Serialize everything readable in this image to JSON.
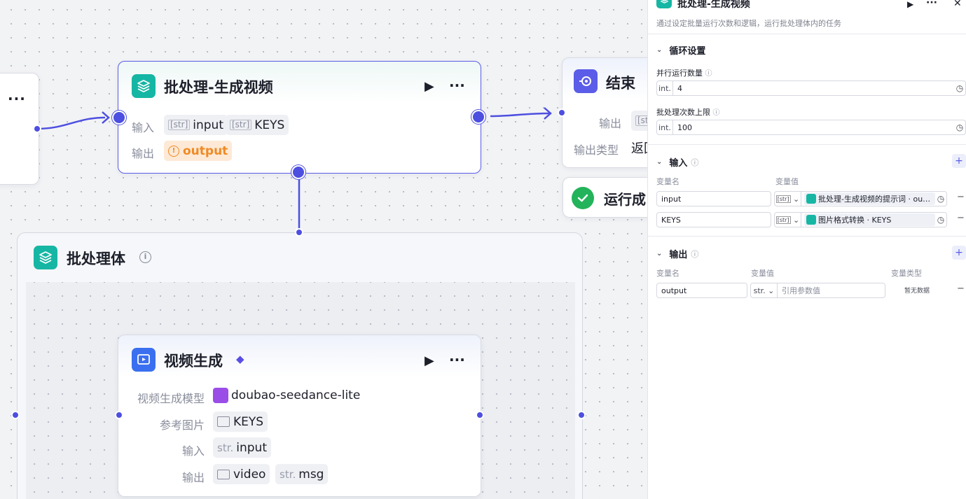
{
  "colors": {
    "accent": "#4d4fe0",
    "teal": "#16b6a4",
    "warn": "#f08a24",
    "success": "#23b35a"
  },
  "left_node": {
    "more_icon": "more-icon"
  },
  "batch_node": {
    "title": "批处理-生成视频",
    "input_label": "输入",
    "output_label": "输出",
    "inputs": [
      {
        "type": "[str]",
        "name": "input"
      },
      {
        "type": "[str]",
        "name": "KEYS"
      }
    ],
    "output": {
      "name": "output",
      "state": "warning"
    }
  },
  "end_node": {
    "title": "结束",
    "output_label": "输出",
    "output_type_label": "输出类型",
    "output_type_value": "返回",
    "output_tag_prefix": "[str]"
  },
  "run_status": {
    "text": "运行成",
    "state": "success"
  },
  "container": {
    "title": "批处理体",
    "info_icon": "info-icon"
  },
  "video_node": {
    "title": "视频生成",
    "badge_icon": "diamond-icon",
    "model_label": "视频生成模型",
    "model_value": "doubao-seedance-lite",
    "ref_label": "参考图片",
    "ref_value": "KEYS",
    "input_label": "输入",
    "input_type": "str.",
    "input_value": "input",
    "output_label": "输出",
    "outputs": [
      {
        "type": "folder",
        "name": "video"
      },
      {
        "type": "str.",
        "name": "msg"
      }
    ]
  },
  "panel": {
    "title": "批处理-生成视频",
    "description": "通过设定批量运行次数和逻辑，运行批处理体内的任务",
    "loop_section": "循环设置",
    "parallel_label": "并行运行数量",
    "parallel_type": "int.",
    "parallel_value": "4",
    "max_label": "批处理次数上限",
    "max_type": "int.",
    "max_value": "100",
    "input_section": "输入",
    "var_name_head": "变量名",
    "var_value_head": "变量值",
    "inputs": [
      {
        "name": "input",
        "type": "[str]",
        "ref": "批处理-生成视频的提示词 · ou…"
      },
      {
        "name": "KEYS",
        "type": "[str]",
        "ref": "图片格式转换 · KEYS"
      }
    ],
    "output_section": "输出",
    "var_type_head": "变量类型",
    "output_row": {
      "name": "output",
      "type": "str.",
      "placeholder": "引用参数值",
      "type_value": "暂无数据"
    }
  }
}
